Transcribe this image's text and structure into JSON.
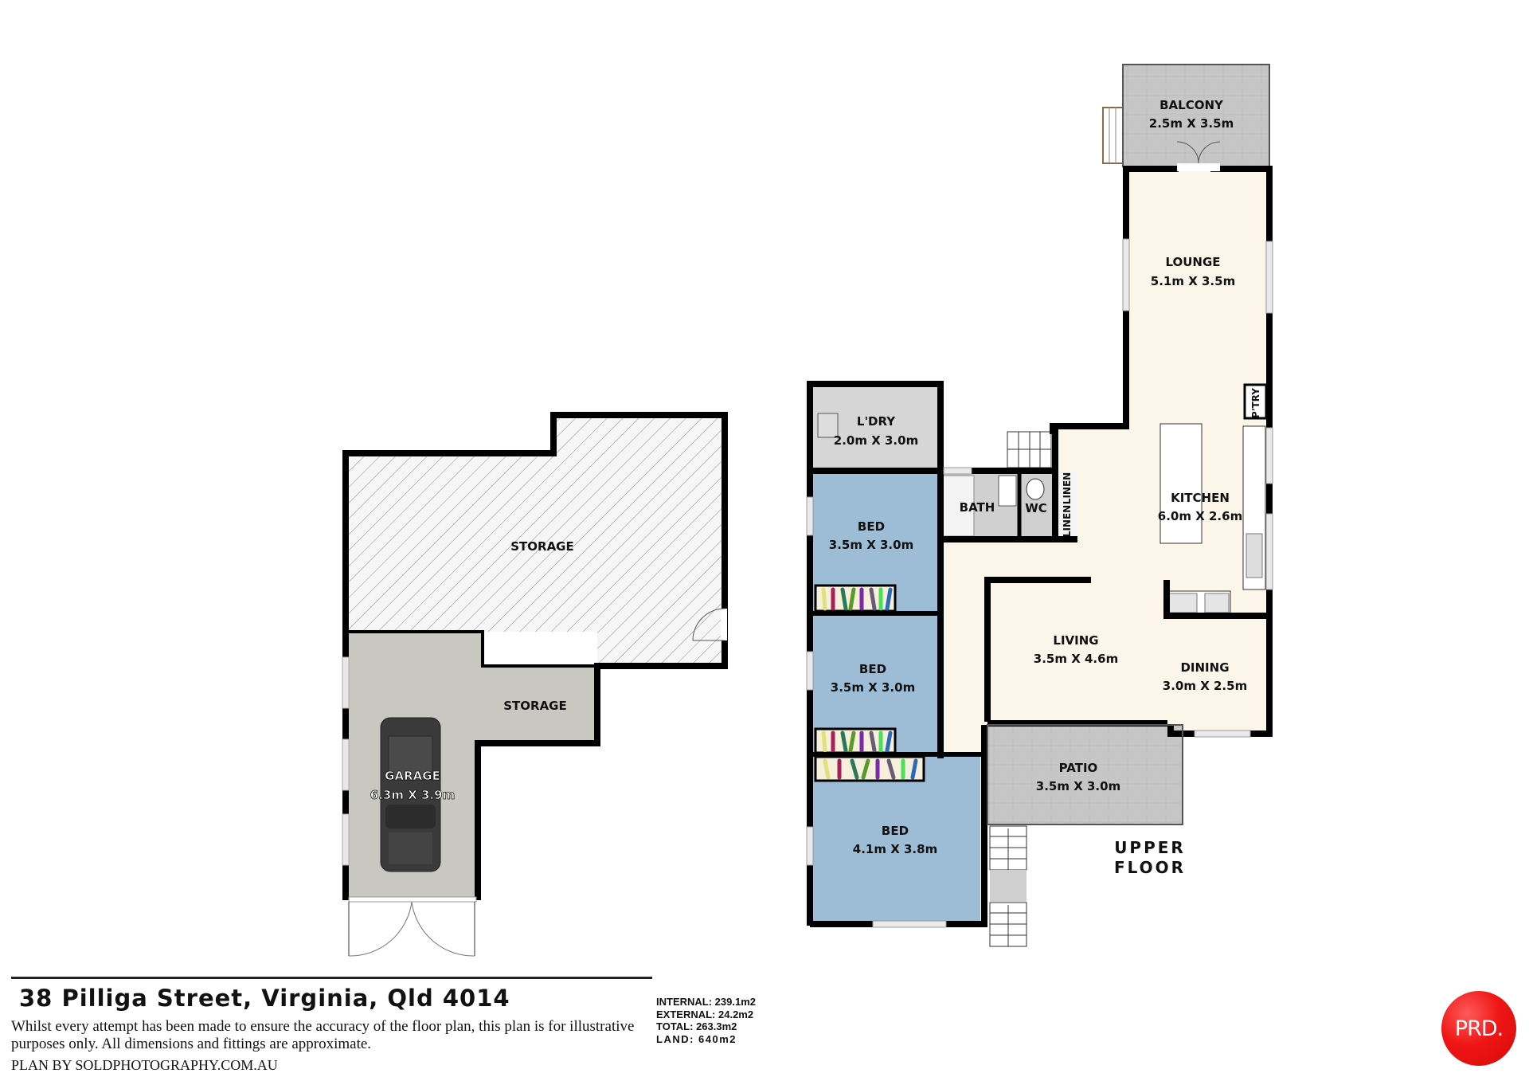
{
  "property": {
    "address": "38 Pilliga Street, Virginia, Qld 4014",
    "disclaimer": "Whilst every attempt has been made to ensure the accuracy of the floor plan, this plan is for illustrative purposes only. All dimensions and fittings are approximate.",
    "plan_by": "PLAN BY SOLDPHOTOGRAPHY.COM.AU"
  },
  "areas": {
    "internal": "INTERNAL: 239.1m2",
    "external": "EXTERNAL: 24.2m2",
    "total": "TOTAL: 263.3m2",
    "land": "LAND: 640m2"
  },
  "logo": {
    "text": "PRD.",
    "color": "#e31b1b"
  },
  "floor_label": {
    "line1": "UPPER",
    "line2": "FLOOR"
  },
  "colors": {
    "wall": "#000000",
    "bedroom_fill": "#9dbcd6",
    "living_fill": "#fbf5ea",
    "wet_fill": "#d6d6d6",
    "outdoor_fill": "#c3c3c3",
    "garage_fill": "#c9c8c0",
    "storage_hatch": "#888888"
  },
  "lower_level": {
    "rooms": [
      {
        "name": "STORAGE",
        "dims": ""
      },
      {
        "name": "STORAGE",
        "dims": ""
      },
      {
        "name": "GARAGE",
        "dims": "6.3m X 3.9m"
      }
    ]
  },
  "upper_floor": {
    "rooms": [
      {
        "name": "BALCONY",
        "dims": "2.5m X 3.5m"
      },
      {
        "name": "LOUNGE",
        "dims": "5.1m X 3.5m"
      },
      {
        "name": "P'TRY",
        "dims": ""
      },
      {
        "name": "KITCHEN",
        "dims": "6.0m X 2.6m"
      },
      {
        "name": "L'DRY",
        "dims": "2.0m X 3.0m"
      },
      {
        "name": "BATH",
        "dims": ""
      },
      {
        "name": "WC",
        "dims": ""
      },
      {
        "name": "LINEN",
        "dims": ""
      },
      {
        "name": "LINEN",
        "dims": ""
      },
      {
        "name": "BED",
        "dims": "3.5m X 3.0m"
      },
      {
        "name": "BED",
        "dims": "3.5m X 3.0m"
      },
      {
        "name": "BED",
        "dims": "4.1m X 3.8m"
      },
      {
        "name": "LIVING",
        "dims": "3.5m X 4.6m"
      },
      {
        "name": "DINING",
        "dims": "3.0m X 2.5m"
      },
      {
        "name": "PATIO",
        "dims": "3.5m X 3.0m"
      }
    ]
  }
}
